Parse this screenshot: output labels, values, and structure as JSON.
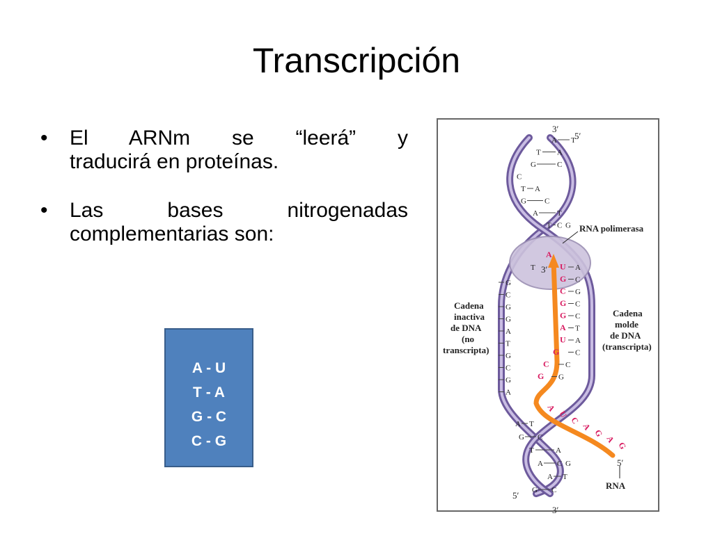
{
  "slide": {
    "title": "Transcripción",
    "bullets": [
      {
        "line1": "El ARNm se “leerá” y",
        "line2": "traducirá en proteínas."
      },
      {
        "line1": "Las bases nitrogenadas",
        "line2": "complementarias son:"
      }
    ],
    "pairs": [
      "A - U",
      "T - A",
      "G - C",
      "C - G"
    ]
  },
  "figure": {
    "rna_polymerase_label": "RNA polimerasa",
    "inactive_strand_label": [
      "Cadena",
      "inactiva",
      "de DNA",
      "(no",
      "transcripta)"
    ],
    "template_strand_label": [
      "Cadena",
      "molde",
      "de DNA",
      "(transcripta)"
    ],
    "rna_label": "RNA",
    "prime_3": "3′",
    "prime_5": "5′",
    "top_pairs": [
      [
        "A",
        "T"
      ],
      [
        "T",
        "A"
      ],
      [
        "G",
        "C"
      ],
      [
        "C",
        ""
      ],
      [
        "T",
        "A"
      ],
      [
        "G",
        "C"
      ],
      [
        "A",
        "T"
      ],
      [
        "T",
        "C",
        "G"
      ]
    ],
    "inactive_bases": [
      "G",
      "C",
      "G",
      "G",
      "A",
      "T",
      "G",
      "C",
      "G",
      "A"
    ],
    "template_bases": [
      "A",
      "C",
      "G",
      "C",
      "C",
      "T",
      "A",
      "C",
      "C",
      "G"
    ],
    "rna_bases_in_helix": [
      "A",
      "U",
      "G",
      "C",
      "G",
      "G",
      "A",
      "U",
      "G",
      "C",
      "G"
    ],
    "rna_tail_bases": [
      "A",
      "U",
      "C",
      "A",
      "G",
      "A",
      "G"
    ],
    "bottom_pairs": [
      [
        "A",
        "T"
      ],
      [
        "G",
        "C"
      ],
      [
        "T",
        "A"
      ],
      [
        "A",
        "C",
        "G"
      ],
      [
        "A",
        "T"
      ],
      [
        "G",
        "C"
      ]
    ]
  }
}
